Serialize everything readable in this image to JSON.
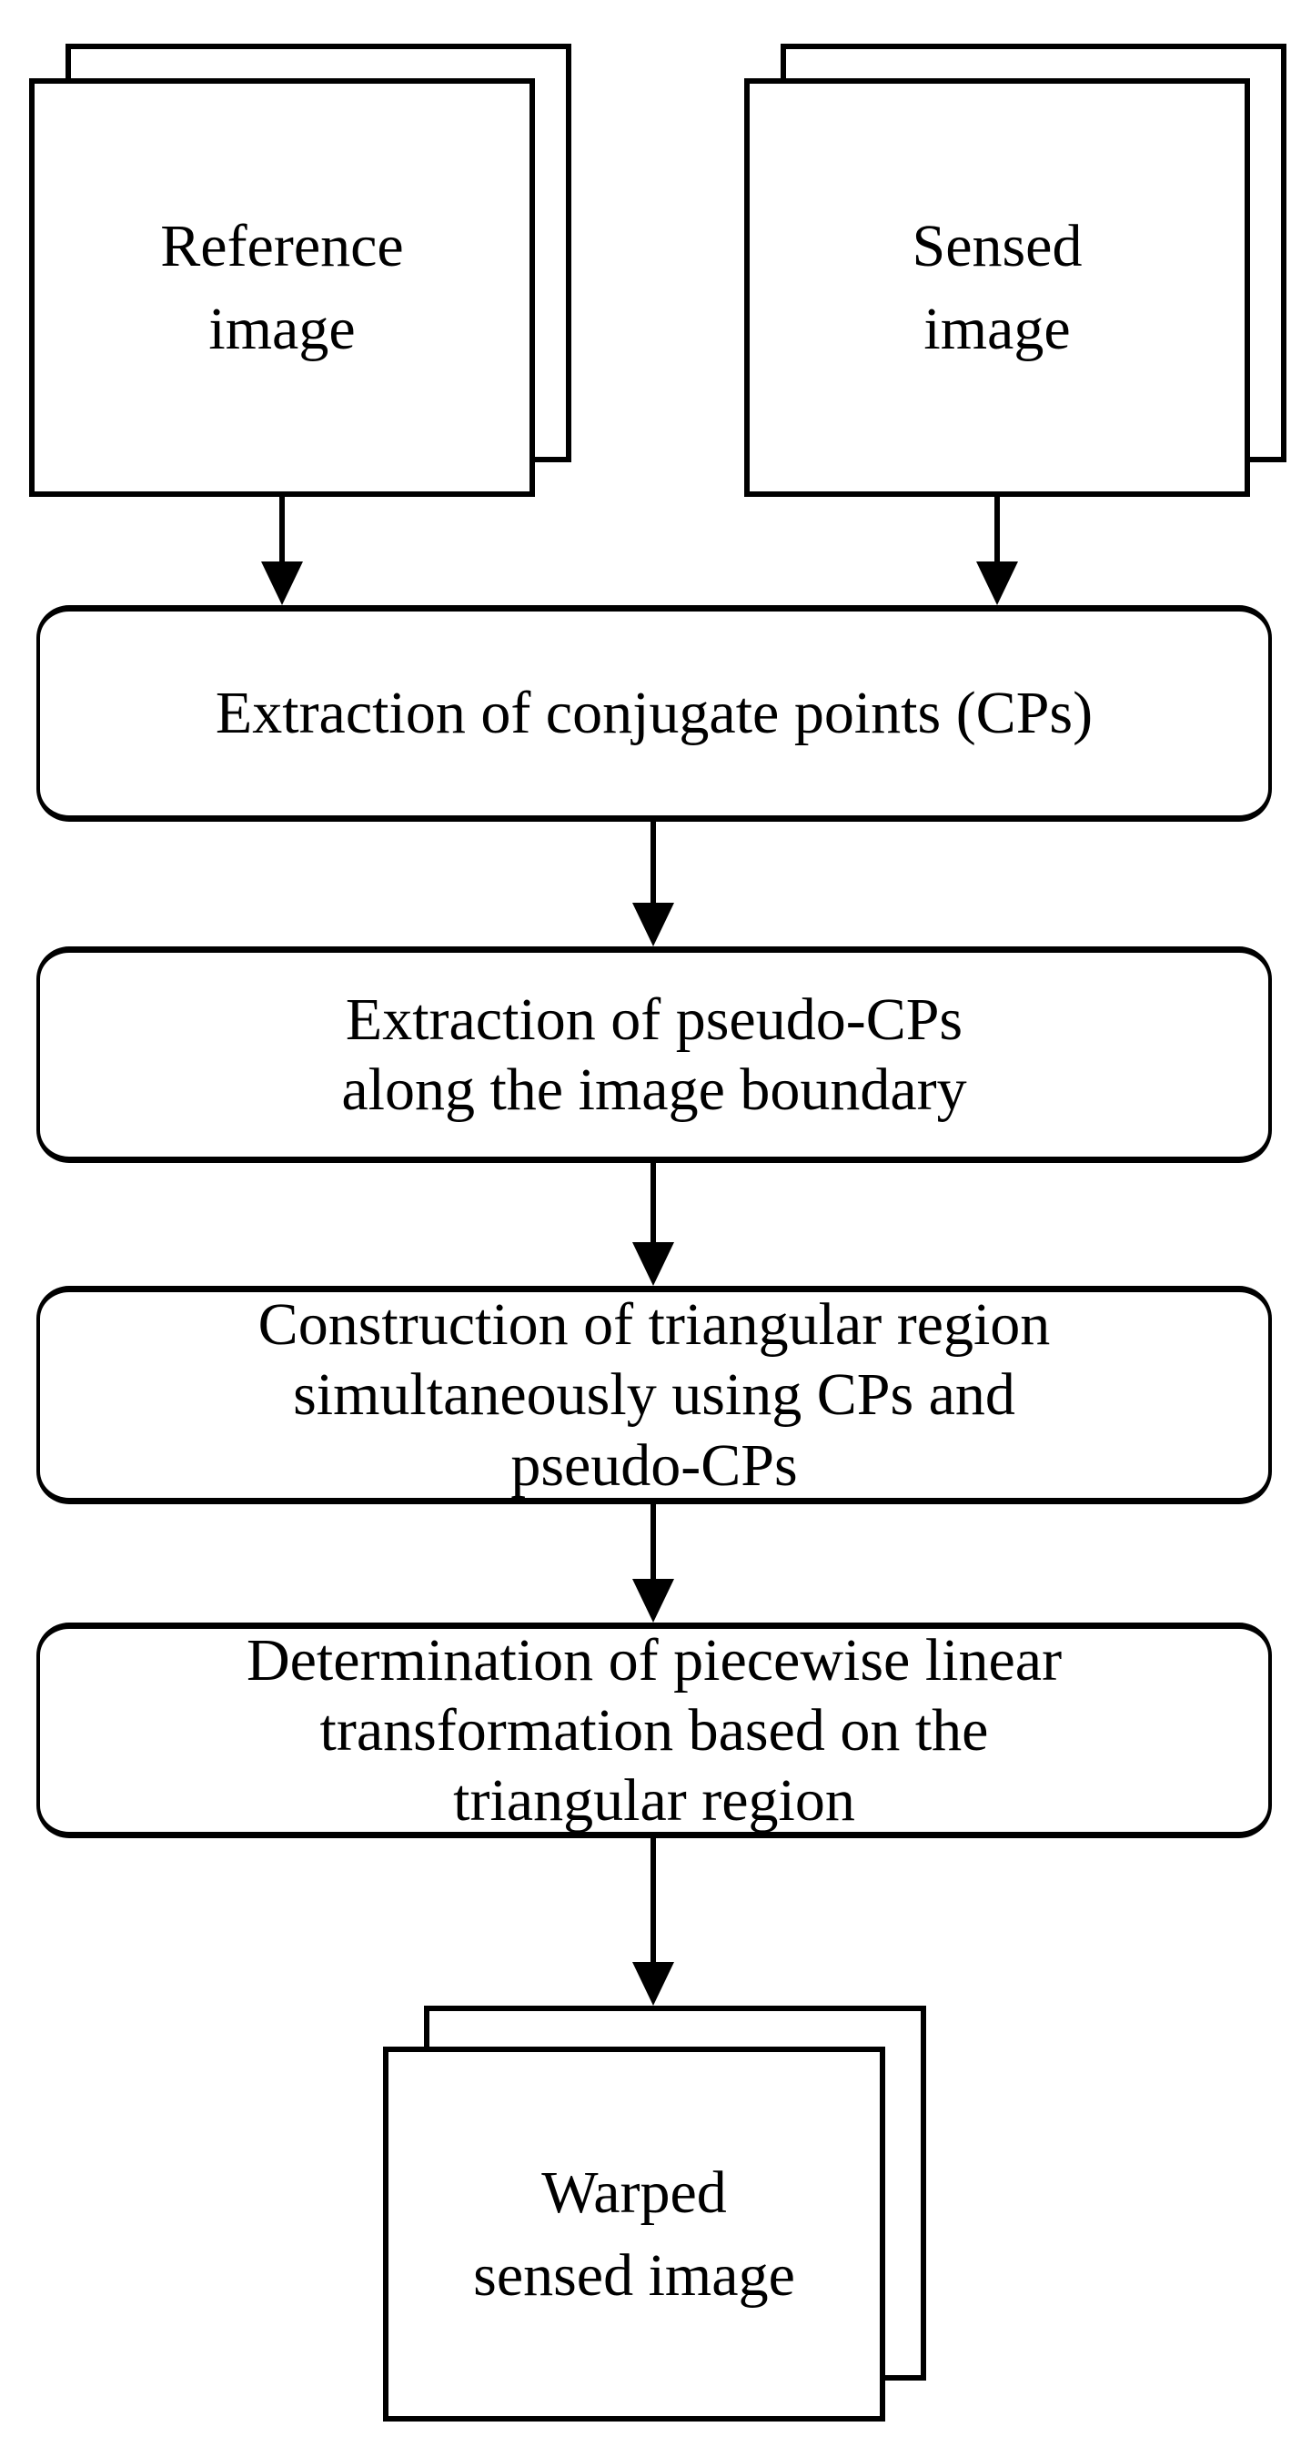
{
  "flowchart": {
    "nodes": [
      {
        "id": "reference-image",
        "kind": "stacked-sheets",
        "lines": [
          "Reference",
          "image"
        ]
      },
      {
        "id": "sensed-image",
        "kind": "stacked-sheets",
        "lines": [
          "Sensed",
          "image"
        ]
      },
      {
        "id": "extract-cps",
        "kind": "process",
        "lines": [
          "Extraction of conjugate points (CPs)"
        ]
      },
      {
        "id": "extract-pseudo-cps",
        "kind": "process",
        "lines": [
          "Extraction of pseudo-CPs",
          "along the image boundary"
        ]
      },
      {
        "id": "construct-triangular",
        "kind": "process",
        "lines": [
          "Construction of triangular region",
          "simultaneously using CPs and",
          "pseudo-CPs"
        ]
      },
      {
        "id": "piecewise-linear",
        "kind": "process",
        "lines": [
          "Determination of piecewise linear",
          "transformation based on the",
          "triangular region"
        ]
      },
      {
        "id": "warped-sensed-image",
        "kind": "stacked-sheets",
        "lines": [
          "Warped",
          "sensed image"
        ]
      }
    ],
    "edges": [
      {
        "from": "reference-image",
        "to": "extract-cps"
      },
      {
        "from": "sensed-image",
        "to": "extract-cps"
      },
      {
        "from": "extract-cps",
        "to": "extract-pseudo-cps"
      },
      {
        "from": "extract-pseudo-cps",
        "to": "construct-triangular"
      },
      {
        "from": "construct-triangular",
        "to": "piecewise-linear"
      },
      {
        "from": "piecewise-linear",
        "to": "warped-sensed-image"
      }
    ],
    "colors": {
      "stroke": "#000000",
      "fill": "#ffffff",
      "text": "#000000",
      "background": "#ffffff"
    }
  }
}
